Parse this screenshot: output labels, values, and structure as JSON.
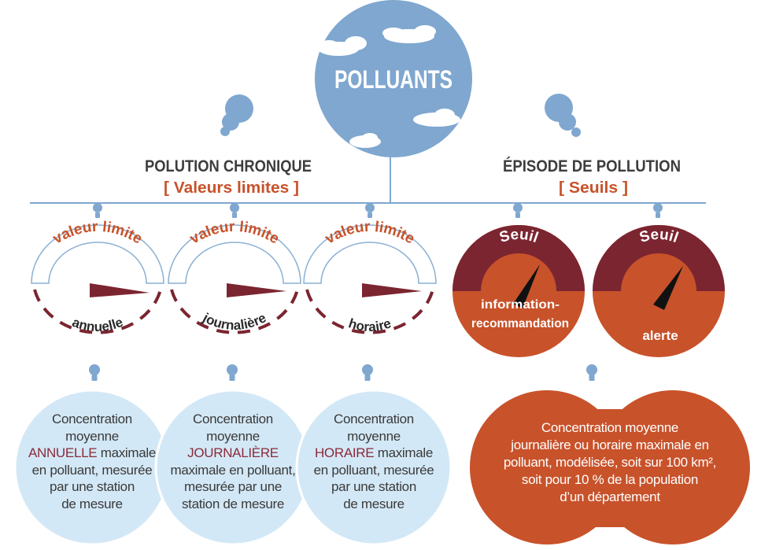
{
  "title": "POLLUANTS",
  "left_branch": {
    "heading": "POLUTION CHRONIQUE",
    "subheading": "[ Valeurs limites ]"
  },
  "right_branch": {
    "heading": "ÉPISODE DE POLLUTION",
    "subheading": "[ Seuils ]"
  },
  "gauges": [
    {
      "top_label": "valeur limite",
      "bottom_label": "annuelle"
    },
    {
      "top_label": "valeur limite",
      "bottom_label": "journalière"
    },
    {
      "top_label": "valeur limite",
      "bottom_label": "horaire"
    }
  ],
  "thresholds": [
    {
      "top_label": "Seuil",
      "bottom_label_1": "information-",
      "bottom_label_2": "recommandation"
    },
    {
      "top_label": "Seuil",
      "bottom_label_1": "alerte",
      "bottom_label_2": ""
    }
  ],
  "descriptions": [
    {
      "l1": "Concentration",
      "l2": "moyenne",
      "em": "ANNUELLE",
      "l3_rest": " maximale",
      "l4": "en polluant, mesurée",
      "l5": "par une station",
      "l6": "de mesure"
    },
    {
      "l1": "Concentration",
      "l2": "moyenne",
      "em": "JOURNALIÈRE",
      "l3_rest": "",
      "l4": "maximale en polluant,",
      "l5": "mesurée par une",
      "l6": "station de mesure"
    },
    {
      "l1": "Concentration",
      "l2": "moyenne",
      "em": "HORAIRE",
      "l3_rest": " maximale",
      "l4": "en polluant, mesurée",
      "l5": "par une station",
      "l6": "de mesure"
    }
  ],
  "episode_description": {
    "l1": "Concentration moyenne",
    "l2": "journalière ou horaire maximale en",
    "l3": "polluant, modélisée, soit sur 100 km²,",
    "l4": "soit pour 10 % de la population",
    "l5": "d’un département"
  },
  "colors": {
    "sky_blue": "#7fa7cf",
    "light_blue": "#d3e8f6",
    "connector_blue": "#7fa7cf",
    "heading_gray": "#3d3d3d",
    "accent_orange": "#c8522a",
    "dark_red": "#7b2530",
    "gauge_outline": "#8ab0d4"
  }
}
